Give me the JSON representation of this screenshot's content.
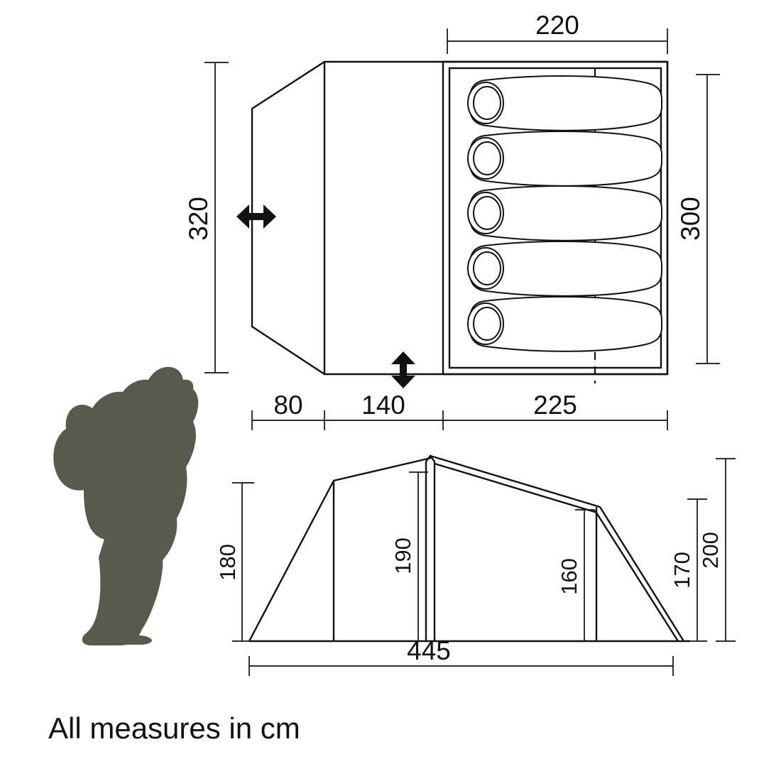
{
  "figure": {
    "title": "Tent dimensions technical drawing",
    "note": "All measures in cm",
    "units": "cm",
    "line_color": "#111111",
    "background_color": "#ffffff",
    "silhouette_color": "#5a5a4c"
  },
  "plan_view": {
    "name": "floor-plan-view",
    "sleeping_bag_count": 5,
    "dimensions": {
      "inner_width_top": "220",
      "inner_depth_right": "300",
      "overall_depth_left": "320",
      "porch_nose": "80",
      "porch_body": "140",
      "inner_tent_length": "225"
    },
    "markers": {
      "side_entrance": "double-arrow-horizontal",
      "front_entrance": "double-arrow-vertical"
    }
  },
  "elevation_view": {
    "name": "side-elevation-view",
    "dimensions": {
      "front_porch_height": "180",
      "ridge_height": "190",
      "rear_pole_height": "160",
      "rear_inner_height": "170",
      "overall_height": "200",
      "overall_length": "445"
    }
  },
  "scale_figure": {
    "name": "hiker-silhouette",
    "description": "backpacker silhouette for scale"
  }
}
